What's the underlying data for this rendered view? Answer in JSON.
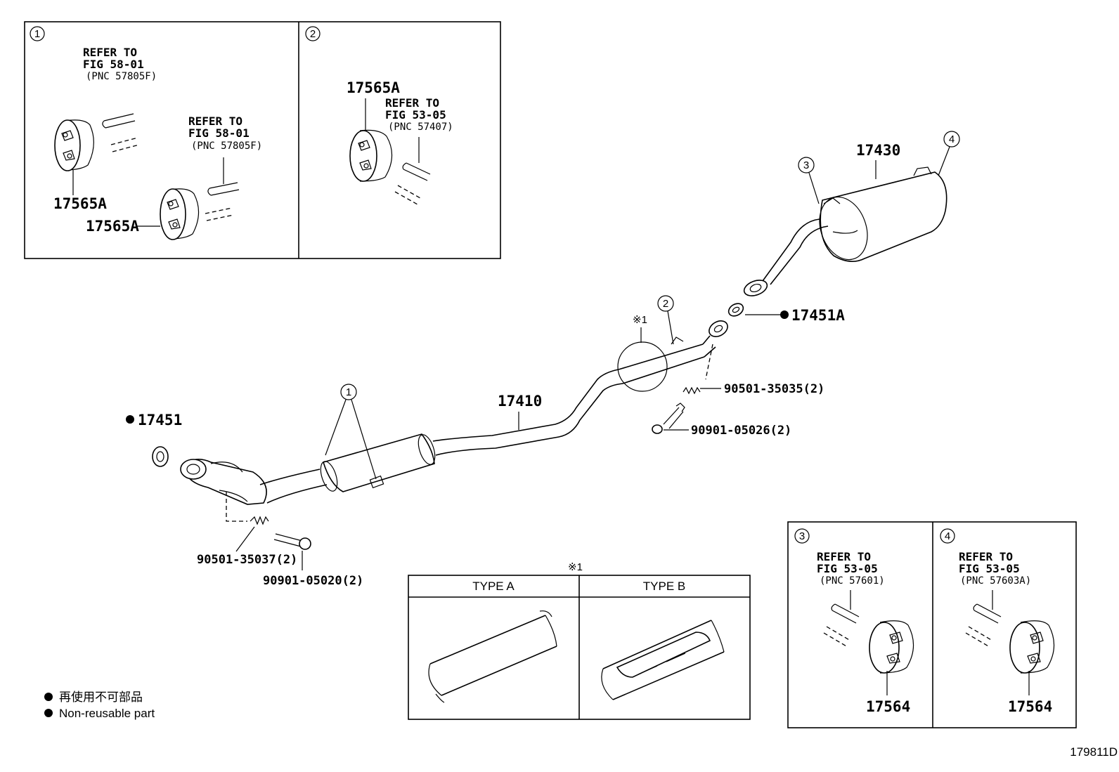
{
  "inset1": {
    "callout": "1",
    "ref_a": {
      "line1": "REFER TO",
      "line2": "FIG 58-01",
      "line3": "(PNC 57805F)"
    },
    "ref_b": {
      "line1": "REFER TO",
      "line2": "FIG 58-01",
      "line3": "(PNC 57805F)"
    },
    "part_a": "17565A",
    "part_b": "17565A"
  },
  "inset2": {
    "callout": "2",
    "part": "17565A",
    "ref": {
      "line1": "REFER TO",
      "line2": "FIG 53-05",
      "line3": "(PNC 57407)"
    }
  },
  "inset3": {
    "callout": "3",
    "ref": {
      "line1": "REFER TO",
      "line2": "FIG 53-05",
      "line3": "(PNC 57601)"
    },
    "part": "17564"
  },
  "inset4": {
    "callout": "4",
    "ref": {
      "line1": "REFER TO",
      "line2": "FIG 53-05",
      "line3": "(PNC 57603A)"
    },
    "part": "17564"
  },
  "main": {
    "muffler": "17430",
    "callout_3": "3",
    "callout_4": "4",
    "callout_2": "2",
    "callout_1": "1",
    "gasket_rear": "17451A",
    "gasket_front": "17451",
    "pipe": "17410",
    "note_mark": "※1",
    "spring_rear": "90501-35035(2)",
    "bolt_rear": "90901-05026(2)",
    "spring_front": "90501-35037(2)",
    "bolt_front": "90901-05020(2)"
  },
  "types_table": {
    "note_mark": "※1",
    "col_a": "TYPE A",
    "col_b": "TYPE B"
  },
  "legend": {
    "jp": "再使用不可部品",
    "en": "Non-reusable part"
  },
  "figure_id": "179811D"
}
